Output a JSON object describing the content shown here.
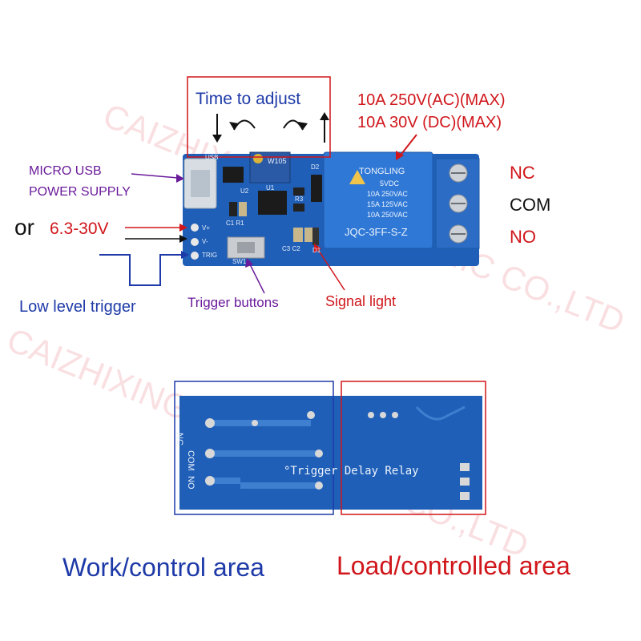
{
  "watermark": "CAIZHIXING ELECTRONIC CO.,LTD",
  "top": {
    "time_to_adjust": "Time to adjust",
    "rating_ac": "10A  250V(AC)(MAX)",
    "rating_dc": "10A  30V (DC)(MAX)",
    "micro_usb_line1": "MICRO USB",
    "micro_usb_line2": "POWER SUPPLY",
    "or": "or",
    "voltage_range": "6.3-30V",
    "low_level_trigger": "Low level trigger",
    "trigger_buttons": "Trigger buttons",
    "signal_light": "Signal light",
    "nc": "NC",
    "com": "COM",
    "no": "NO",
    "board_usb": "USB",
    "board_vplus": "V+",
    "board_vminus": "V-",
    "board_trig": "TRIG",
    "board_sw1": "SW1",
    "board_u1": "U1",
    "board_u2": "U2",
    "board_d1": "D1",
    "board_d2": "D2",
    "board_r3": "R3",
    "board_c1r1": "C1 R1",
    "board_c3c2": "C3 C2",
    "pot_label": "W105",
    "relay_brand": "TONGLING",
    "relay_line1": "5VDC",
    "relay_line2": "10A 250VAC",
    "relay_line3": "15A 125VAC",
    "relay_line4": "10A 250VAC",
    "relay_model": "JQC-3FF-S-Z"
  },
  "bottom": {
    "silk_nc": "NC",
    "silk_com": "COM",
    "silk_no": "NO",
    "silk_text": "°Trigger Delay Relay",
    "work_area": "Work/control area",
    "load_area": "Load/controlled area"
  },
  "colors": {
    "board_blue": "#1f5fb8",
    "relay_blue": "#2f78d6",
    "annotation_red": "#d0161b",
    "annotation_blue": "#1e3aa8",
    "annotation_purple": "#6a1b9a"
  }
}
